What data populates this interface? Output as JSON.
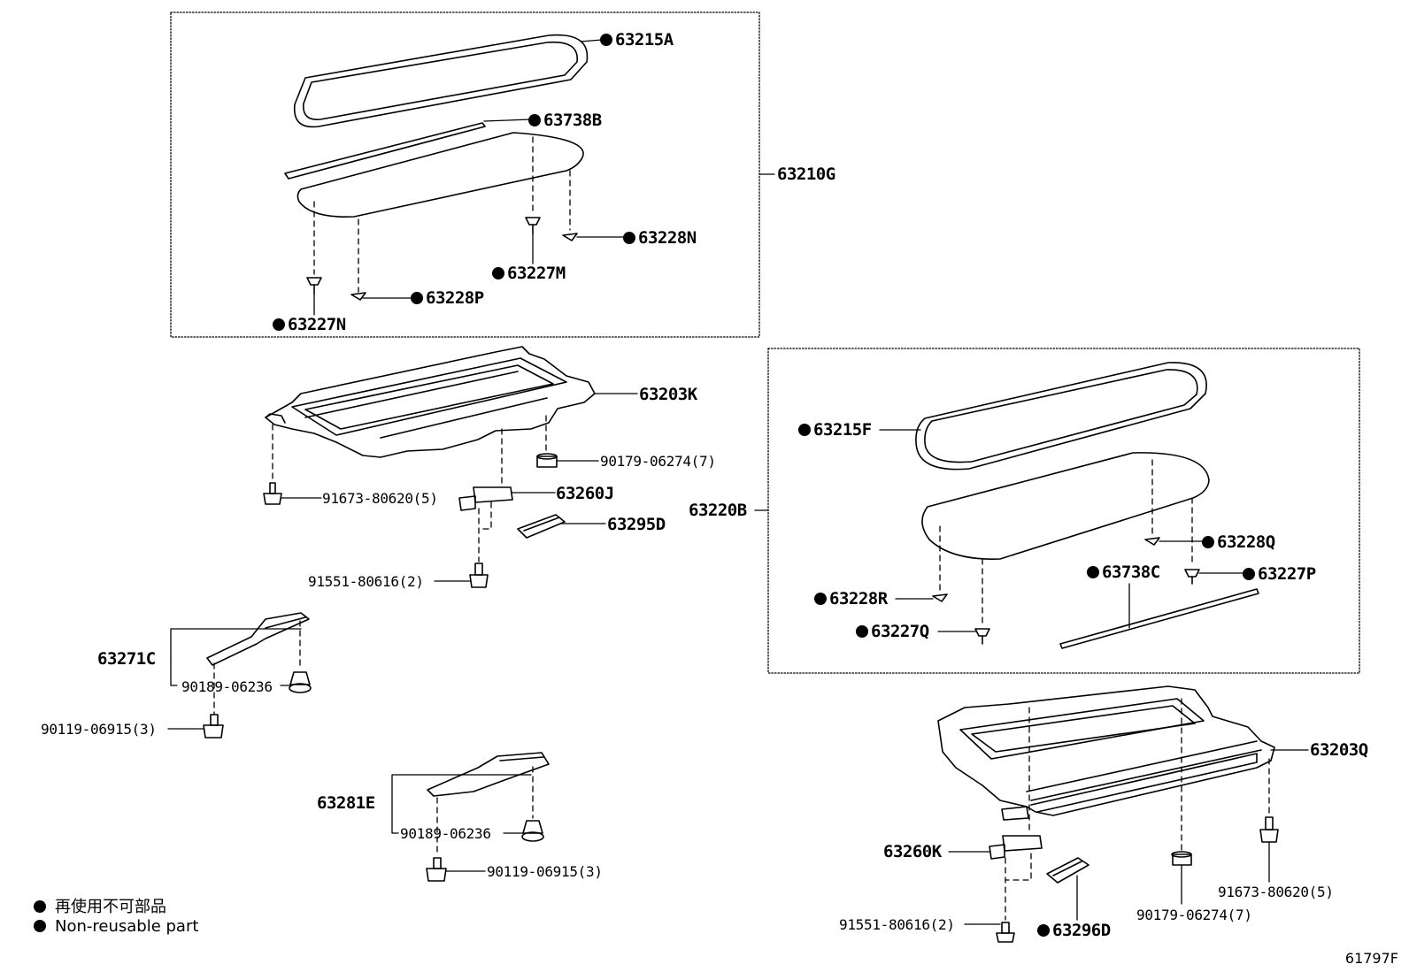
{
  "diagram_code": "61797F",
  "legend": [
    {
      "text": "再使用不可部品"
    },
    {
      "text": "Non-reusable part"
    }
  ],
  "labels": {
    "p63215A": {
      "text": "63215A",
      "nr": true
    },
    "p63738B": {
      "text": "63738B",
      "nr": true
    },
    "p63210G": {
      "text": "63210G",
      "nr": false
    },
    "p63228N": {
      "text": "63228N",
      "nr": true
    },
    "p63227M": {
      "text": "63227M",
      "nr": true
    },
    "p63228P": {
      "text": "63228P",
      "nr": true
    },
    "p63227N": {
      "text": "63227N",
      "nr": true
    },
    "p63203K": {
      "text": "63203K",
      "nr": false
    },
    "p90179a": {
      "text": "90179-06274(7)",
      "nr": false
    },
    "p91673a": {
      "text": "91673-80620(5)",
      "nr": false
    },
    "p63260J": {
      "text": "63260J",
      "nr": false
    },
    "p63295D": {
      "text": "63295D",
      "nr": false
    },
    "p91551a": {
      "text": "91551-80616(2)",
      "nr": false
    },
    "p63271C": {
      "text": "63271C",
      "nr": false
    },
    "p90189a": {
      "text": "90189-06236",
      "nr": false
    },
    "p90119a": {
      "text": "90119-06915(3)",
      "nr": false
    },
    "p63281E": {
      "text": "63281E",
      "nr": false
    },
    "p90189b": {
      "text": "90189-06236",
      "nr": false
    },
    "p90119b": {
      "text": "90119-06915(3)",
      "nr": false
    },
    "p63215F": {
      "text": "63215F",
      "nr": true
    },
    "p63220B": {
      "text": "63220B",
      "nr": false
    },
    "p63228Q": {
      "text": "63228Q",
      "nr": true
    },
    "p63738C": {
      "text": "63738C",
      "nr": true
    },
    "p63227P": {
      "text": "63227P",
      "nr": true
    },
    "p63228R": {
      "text": "63228R",
      "nr": true
    },
    "p63227Q": {
      "text": "63227Q",
      "nr": true
    },
    "p63203Q": {
      "text": "63203Q",
      "nr": false
    },
    "p63260K": {
      "text": "63260K",
      "nr": false
    },
    "p91673b": {
      "text": "91673-80620(5)",
      "nr": false
    },
    "p90179b": {
      "text": "90179-06274(7)",
      "nr": false
    },
    "p91551b": {
      "text": "91551-80616(2)",
      "nr": false
    },
    "p63296D": {
      "text": "63296D",
      "nr": true
    }
  }
}
